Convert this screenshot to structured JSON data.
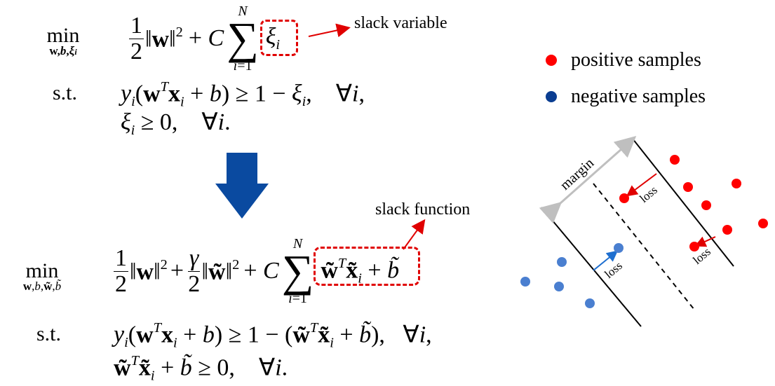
{
  "top": {
    "min_label": "min",
    "min_sub": "w,b,ξi",
    "objective_half": "1",
    "objective_den": "2",
    "norm_w": "‖w‖",
    "sq": "2",
    "plus_C": "+ C",
    "sum_top": "N",
    "sum_bot": "i=1",
    "xi": "ξ",
    "xi_sub": "i",
    "st": "s.t.",
    "c1": "yi(wTxi + b) ≥ 1 − ξi,    ∀i,",
    "c2": "ξi ≥ 0,    ∀i.",
    "annotation": "slack variable"
  },
  "bottom": {
    "min_label": "min",
    "min_sub": "w,b,w̃,b̃",
    "gamma": "γ",
    "two": "2",
    "annotation": "slack function",
    "st": "s.t.",
    "sum_top": "N",
    "sum_bot": "i=1"
  },
  "legend": {
    "positive": "positive samples",
    "negative": "negative samples",
    "positive_color": "#ff0000",
    "negative_color": "#0a3d91"
  },
  "diagram": {
    "margin_label": "margin",
    "loss_label": "loss",
    "arrow_color": "#0a4aa0"
  }
}
